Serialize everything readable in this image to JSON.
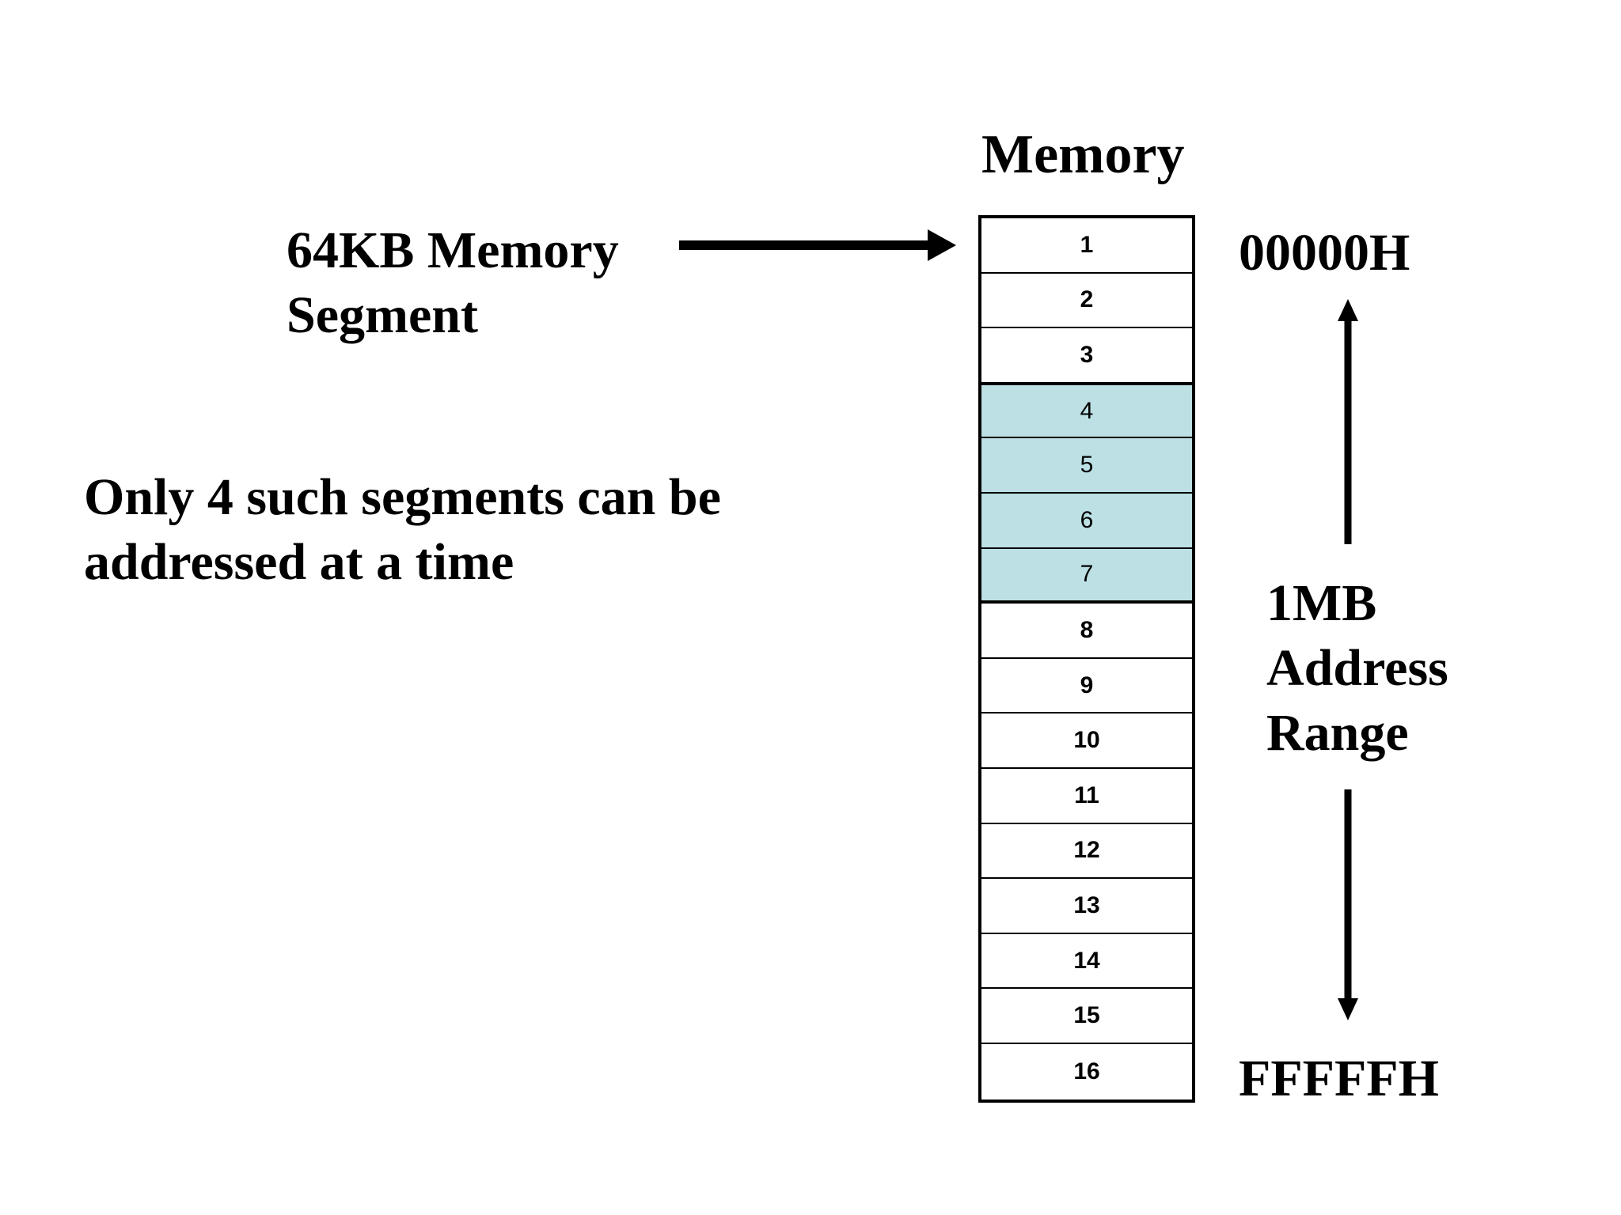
{
  "diagram": {
    "title": "Memory",
    "segment_label_line1": "64KB Memory",
    "segment_label_line2": "Segment",
    "note_line1": "Only 4 such segments can be",
    "note_line2": "addressed at a time",
    "address_start": "00000H",
    "address_end": "FFFFFH",
    "range_line1": "1MB",
    "range_line2": "Address",
    "range_line3": "Range",
    "highlight_color": "#bce0e4",
    "cells": [
      {
        "label": "1",
        "highlighted": false
      },
      {
        "label": "2",
        "highlighted": false
      },
      {
        "label": "3",
        "highlighted": false
      },
      {
        "label": "4",
        "highlighted": true
      },
      {
        "label": "5",
        "highlighted": true
      },
      {
        "label": "6",
        "highlighted": true
      },
      {
        "label": "7",
        "highlighted": true
      },
      {
        "label": "8",
        "highlighted": false
      },
      {
        "label": "9",
        "highlighted": false
      },
      {
        "label": "10",
        "highlighted": false
      },
      {
        "label": "11",
        "highlighted": false
      },
      {
        "label": "12",
        "highlighted": false
      },
      {
        "label": "13",
        "highlighted": false
      },
      {
        "label": "14",
        "highlighted": false
      },
      {
        "label": "15",
        "highlighted": false
      },
      {
        "label": "16",
        "highlighted": false
      }
    ]
  }
}
